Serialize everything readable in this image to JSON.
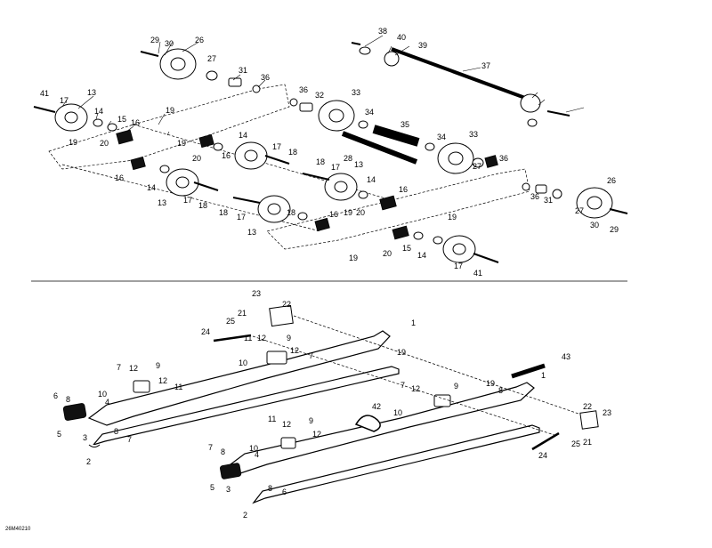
{
  "diagram_code": "26M40210",
  "upper_callouts": [
    "29",
    "30",
    "26",
    "38",
    "40",
    "39",
    "27",
    "31",
    "36",
    "37",
    "41",
    "17",
    "13",
    "36",
    "32",
    "33",
    "14",
    "15",
    "16",
    "19",
    "34",
    "35",
    "19",
    "20",
    "19",
    "14",
    "17",
    "18",
    "34",
    "33",
    "16",
    "20",
    "28",
    "27",
    "36",
    "14",
    "17",
    "18",
    "13",
    "17",
    "18",
    "16",
    "13",
    "14",
    "16",
    "26",
    "19",
    "20",
    "31",
    "36",
    "27",
    "13",
    "19",
    "16",
    "15",
    "20",
    "14",
    "30",
    "29",
    "17",
    "19",
    "41",
    "18",
    "17",
    "18"
  ],
  "lower_callouts": [
    "23",
    "22",
    "1",
    "21",
    "25",
    "24",
    "11",
    "12",
    "9",
    "12",
    "19",
    "10",
    "7",
    "7",
    "12",
    "9",
    "12",
    "11",
    "10",
    "4",
    "6",
    "8",
    "5",
    "3",
    "8",
    "7",
    "2",
    "43",
    "1",
    "7",
    "12",
    "19",
    "8",
    "9",
    "42",
    "10",
    "22",
    "23",
    "11",
    "12",
    "9",
    "12",
    "21",
    "25",
    "7",
    "8",
    "10",
    "4",
    "24",
    "5",
    "3",
    "8",
    "6",
    "2"
  ]
}
